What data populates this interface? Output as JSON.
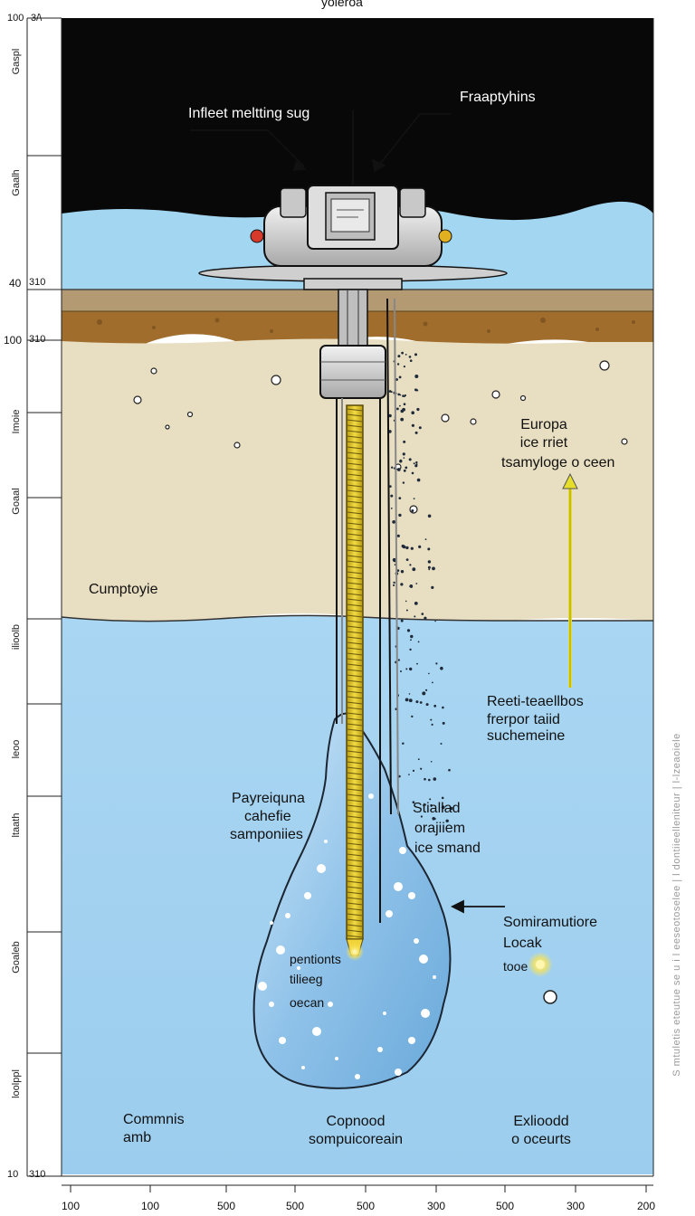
{
  "title": "yoieroa",
  "left_axis": {
    "top_ticks": [
      {
        "label": "100",
        "tick": "3/\\"
      },
      {
        "label": "40",
        "tick": "310"
      },
      {
        "label": "100",
        "tick": "310"
      },
      {
        "label": "10",
        "tick": "310"
      }
    ],
    "side_labels": [
      "Gaspl",
      "Gaalh",
      "Imoie",
      "Goaal",
      "ilioolb",
      "leoo",
      "ltaath",
      "Goaleb",
      "loolppl"
    ]
  },
  "x_axis_ticks": [
    "100",
    "100",
    "500",
    "500",
    "500",
    "300",
    "500",
    "300",
    "200"
  ],
  "labels": {
    "probe": "Infleet meltting sug",
    "top_right": "Fraaptyhins",
    "ice_right": [
      "Europa",
      "ice rriet",
      "tsamyloge o ceen"
    ],
    "ice_left": "Cumptoyie",
    "ocean_right_upper": [
      "Reeti-teaellbos",
      "frerpor taiid",
      "suchemeine"
    ],
    "cavity_left": [
      "Payreiquna",
      "cahefie",
      "samponiies"
    ],
    "cavity_right": [
      "Stiallad",
      "orajiiem",
      "ice smand"
    ],
    "detector": [
      "Somiramutiore",
      "Locak",
      "tooe"
    ],
    "inside_cavity": [
      "pentionts",
      "tilieeg",
      "oecan"
    ],
    "bottom_left": [
      "Commnis",
      "amb"
    ],
    "bottom_center": [
      "Copnood",
      "sompuicoreain"
    ],
    "bottom_right": [
      "Exlioodd",
      "o oceurts"
    ]
  },
  "side_note": "S mtuletis eteutue se u i l eeseotoselee | l dontiieelleniteur | l-lzeaoiele",
  "colors": {
    "space": "#080808",
    "surface_ice": "#9fd4ef",
    "crust": "#a9834d",
    "ice_shell": "#e9dfc2",
    "ocean": "#a6d3ef",
    "melt_cavity": "#8ec2e8",
    "heater": "#e4c72c",
    "arrow": "#e8de2e"
  },
  "icons": [
    "melting-probe-icon",
    "antenna-icon",
    "detector-light-icon"
  ]
}
